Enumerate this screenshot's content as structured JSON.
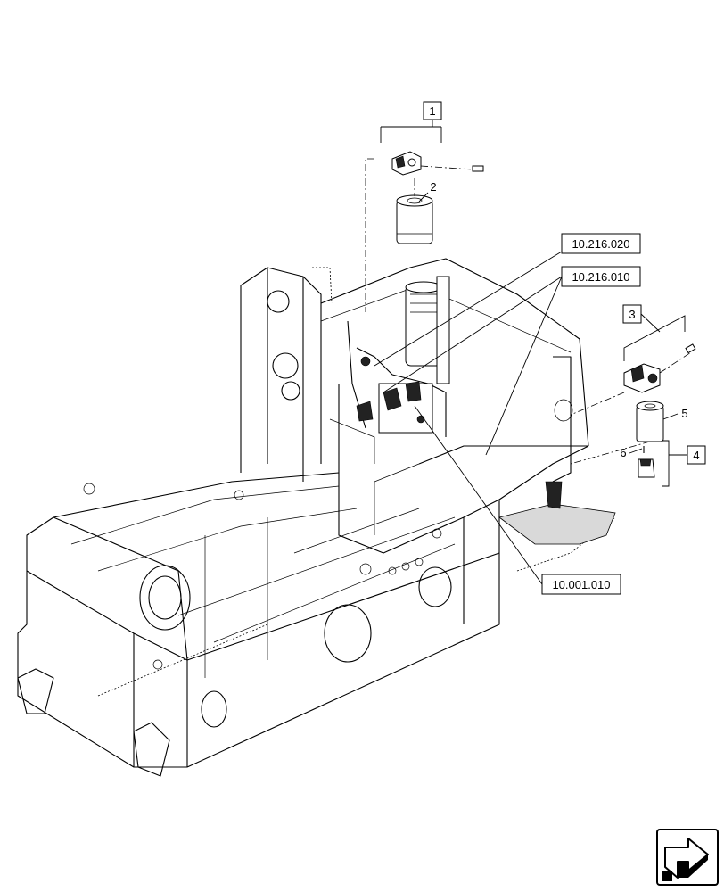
{
  "callouts": {
    "c1": "1",
    "c2": "2",
    "c3": "3",
    "c4": "4",
    "c5": "5",
    "c6": "6"
  },
  "references": {
    "ref_a": "10.216.020",
    "ref_b": "10.216.010",
    "ref_c": "10.001.010"
  },
  "icons": {
    "nav": "next-page-arrow-icon"
  }
}
